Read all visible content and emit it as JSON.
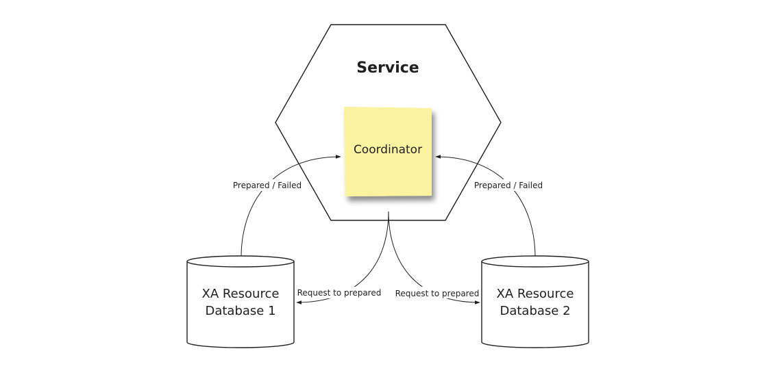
{
  "service": {
    "title": "Service"
  },
  "coordinator": {
    "label": "Coordinator",
    "color": "#FBF3A0"
  },
  "databases": [
    {
      "line1": "XA Resource",
      "line2": "Database 1"
    },
    {
      "line1": "XA Resource",
      "line2": "Database 2"
    }
  ],
  "edges": {
    "db1_to_coordinator": "Prepared / Failed",
    "db2_to_coordinator": "Prepared / Failed",
    "coordinator_to_db1": "Request to prepared",
    "coordinator_to_db2": "Request to prepared"
  }
}
